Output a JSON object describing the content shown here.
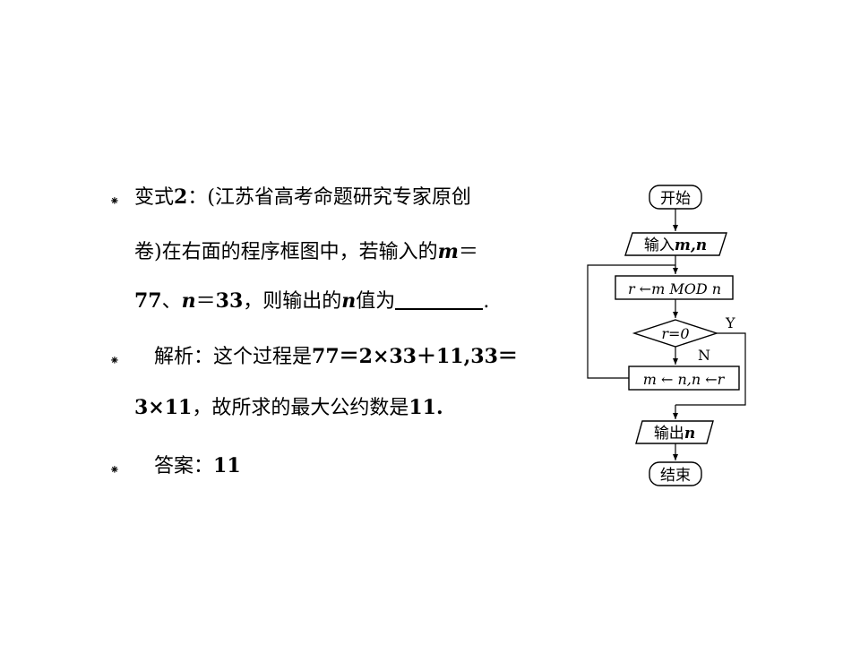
{
  "problem": {
    "bullet": "⁕",
    "line1_label": "变式",
    "line1_num": "2",
    "line1_rest": "：(江苏省高考命题研究专家原创",
    "line2_a": "卷)在右面的程序框图中，若输入的",
    "line2_var": "m",
    "line2_eq": "＝",
    "line3_a": "77",
    "line3_sep": "、",
    "line3_var": "n",
    "line3_eq": "＝",
    "line3_num": "33",
    "line3_b": "，则输出的",
    "line3_var2": "n",
    "line3_c": "值为",
    "line3_end": "."
  },
  "analysis": {
    "bullet": "⁕",
    "label": "解析：这个过程是",
    "eq1": "77＝2×33＋11,33＝",
    "eq2": "3×11",
    "conclusion": "，故所求的最大公约数是",
    "result": "11."
  },
  "answer": {
    "bullet": "⁕",
    "label": "答案：",
    "value": "11"
  },
  "flowchart": {
    "start": "开始",
    "input_label": "输入",
    "input_vars": "m,n",
    "mod_step": "r ←m MOD n",
    "condition": "r=0",
    "yes": "Y",
    "no": "N",
    "assign": "m ← n,n ←r",
    "output_label": "输出",
    "output_var": "n",
    "end": "结束"
  }
}
